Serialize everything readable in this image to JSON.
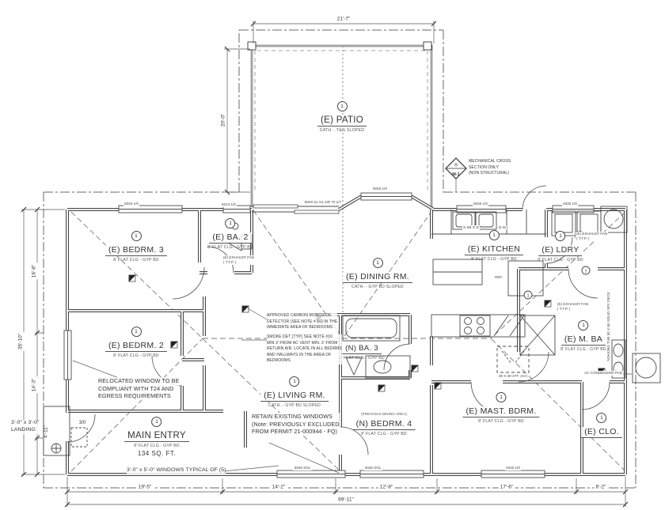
{
  "plan": {
    "rooms": {
      "patio": {
        "tag": "1",
        "name": "(E) PATIO",
        "sub": "CATH. - T&G SLOPED"
      },
      "bedrm3": {
        "tag": "1",
        "name": "(E) BEDRM. 3",
        "sub": "8' FLAT CLG - GYP BD"
      },
      "ba2": {
        "tag": "1",
        "name": "(E) BA. 2",
        "sub": "8' FLAT CLG - GYP BD"
      },
      "dining": {
        "tag": "1",
        "name": "(E) DINING RM.",
        "sub": "CATH. - GYP BD SLOPED"
      },
      "kitchen": {
        "tag": "1",
        "name": "(E) KITCHEN",
        "sub": "8' FLAT CLG - GYP BD"
      },
      "ldry": {
        "tag": "1",
        "name": "(E) LDRY",
        "sub": "8' FLAT CLG - GYP BD"
      },
      "bedrm2": {
        "tag": "1",
        "name": "(E) BEDRM. 2",
        "sub": "8' FLAT CLG - GYP BD"
      },
      "ba3": {
        "name": "(N) BA. 3",
        "sub": "8' FLAT CLG - GYP BD"
      },
      "mba": {
        "tag": "1",
        "name": "(E) M. BA",
        "sub": "8' FLAT CLG - GYP BD"
      },
      "living": {
        "tag": "1",
        "name": "(E) LIVING RM.",
        "sub": "CATH. - GYP BD SLOPED"
      },
      "bedrm4": {
        "pre": "(PREVIOUS DINING AREA)",
        "name": "(N) BEDRM. 4",
        "sub": "8' FLAT CLG - GYP BD"
      },
      "mast": {
        "tag": "1",
        "name": "(E) MAST. BDRM.",
        "sub": "8' FLAT CLG - GYP BD"
      },
      "clo": {
        "tag": "1",
        "name": "(E) CLO."
      },
      "entry": {
        "tag": "1",
        "name": "MAIN ENTRY",
        "sub": "8' FLAT CLG - GYP BD",
        "area": "134 SQ. FT."
      }
    },
    "notes": {
      "relocated": {
        "l1": "RELOCATED WINDOW  TO BE",
        "l2": "COMPLIANT WITH T24 AND",
        "l3": "EGRESS REQUIREMENTS"
      },
      "retain": {
        "l1": "RETAIN EXISTING WINDOWS",
        "l2": "(Note: PREVIOUSLY EXCLUDED",
        "l3": "FROM PERMIT 21-000944 - FQ)"
      },
      "co": {
        "l1": "APPROVED CARBON MONOXIDE",
        "l2": "DETECTOR (SEE NOTE # 16) IN THE",
        "l3": "IMMEDIATE AREA OF BEDROOMS"
      },
      "smoke": {
        "l1": "SMOKE DET (TYP) SEE NOTE #16",
        "l2": "MIN 3' FROM AC VENT MIN. 3' FROM",
        "l3": "RETURN AIR. LOCATE IN ALL BEDRMS",
        "l4": "AND HALLWAYS IN THE AREA OF",
        "l5": "BEDROOMS"
      },
      "mech": {
        "l1": "MECHANICAL CROSS",
        "l2": "SECTION ONLY",
        "l3": "(NON STRUCTURAL)"
      },
      "landing": {
        "l1": "3'-0\" x 3'-0\"",
        "l2": "LANDING"
      },
      "windows_typ": "3'-0\" x 5'-0\" WINDOWS TYPICAL OF (5)"
    },
    "dims": {
      "top": "21'-7\"",
      "patio_left": "20'-0\"",
      "left1": "16'-8\"",
      "left2": "14'-3\"",
      "left3": "4'-11\"",
      "left_total": "35'-10\"",
      "b1": "19'-5\"",
      "b2": "14'-2\"",
      "b3": "12'-8\"",
      "b4": "17'-6\"",
      "b5": "6'-2\"",
      "b_total": "69'-11\""
    },
    "openings": {
      "w1": "5040 1/0",
      "w2": "6013 1/0",
      "sgd": "8040 SL GL DR 70 1/7",
      "bay": "8040 1/0",
      "w3": "5036 1/0",
      "w4": "4030 1/0",
      "w5": "3046 SGL",
      "w6": "3046 SGL",
      "w7": "4040 1/0",
      "door_entry": "3/0"
    },
    "fixtures": {
      "ref": "REF.",
      "dw": "D.W",
      "sink": "S.SB G.D",
      "attic": "30 X 30 ATT. ACC",
      "ac": "AC CONDENSOR PAD",
      "tub": "SOAKING TUB 30 X 60 SOLID SFC DECK",
      "exhaust1": "(E) EXHAUST FAN",
      "exhaust2": "( T.T.P. )"
    },
    "symbols": {
      "mech_tag_top": "A",
      "mech_tag_bottom": "M-1",
      "finish_tag": "1"
    }
  }
}
